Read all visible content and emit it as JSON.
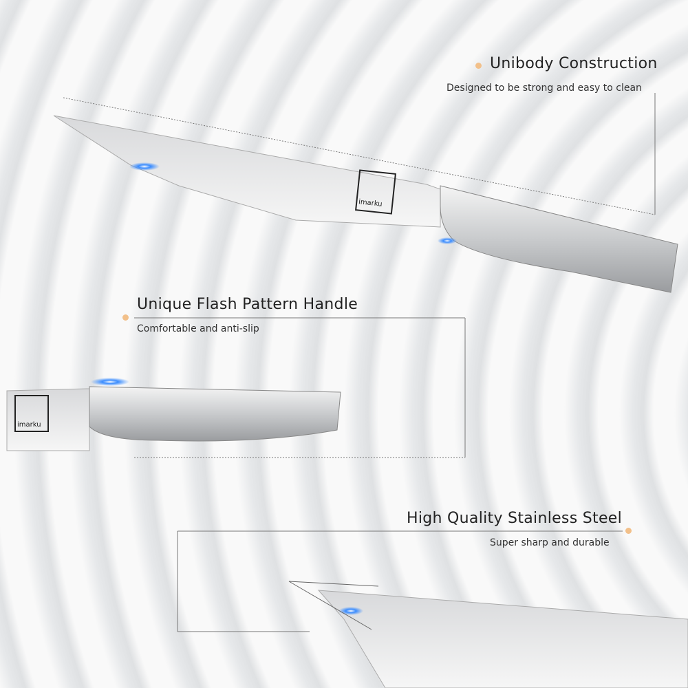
{
  "brand": "imarku",
  "features": [
    {
      "title": "Unibody Construction",
      "subtitle": "Designed to be strong and easy to clean"
    },
    {
      "title": "Unique Flash Pattern Handle",
      "subtitle": "Comfortable and anti-slip"
    },
    {
      "title": "High Quality Stainless Steel",
      "subtitle": "Super sharp and durable"
    }
  ],
  "colors": {
    "accent_dot": "#f2c08a",
    "edge_glow": "#3a8cff"
  }
}
